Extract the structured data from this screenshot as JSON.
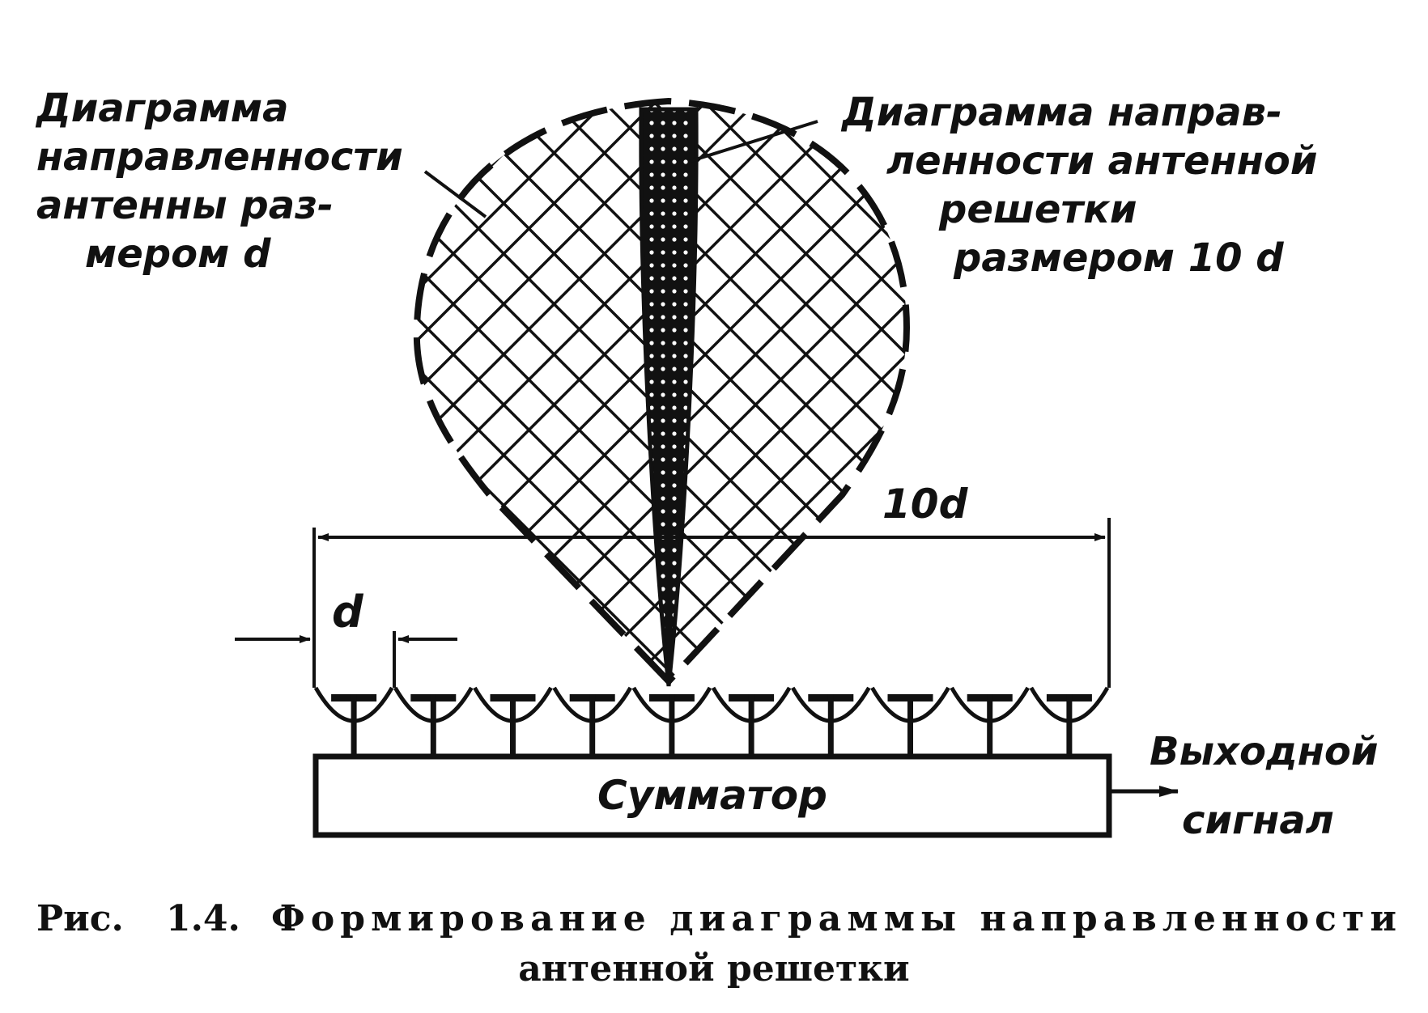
{
  "labels": {
    "element_pattern": [
      "Диаграмма",
      "направленности",
      "антенны раз-",
      "мером d"
    ],
    "array_pattern": [
      "Диаграмма направ-",
      "ленности антенной",
      "решетки",
      "размером 10 d"
    ],
    "total_width": "10d",
    "element_size": "d",
    "combiner": "Сумматор",
    "output": [
      "Выходной",
      "сигнал"
    ]
  },
  "caption": {
    "prefix": "Рис.",
    "number": "1.4.",
    "line1": "Формирование диаграммы направленности",
    "line2": "антенной решетки"
  },
  "array": {
    "element_count": 10
  },
  "colors": {
    "ink": "#111111",
    "paper": "#ffffff"
  }
}
